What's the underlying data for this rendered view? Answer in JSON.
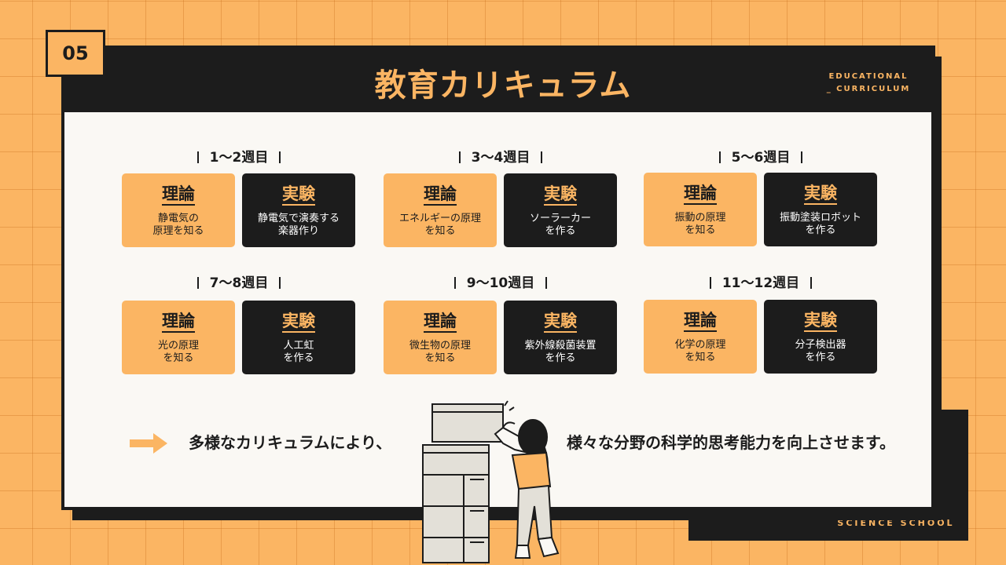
{
  "slide_number": "05",
  "title": "教育カリキュラム",
  "subtitle_line1": "EDUCATIONAL",
  "subtitle_line2": "_ CURRICULUM",
  "footer": "SCIENCE SCHOOL",
  "weeks": [
    {
      "label": "1〜2週目",
      "theory": {
        "title": "理論",
        "desc": "静電気の\n原理を知る"
      },
      "experiment": {
        "title": "実験",
        "desc": "静電気で演奏する\n楽器作り"
      }
    },
    {
      "label": "3〜4週目",
      "theory": {
        "title": "理論",
        "desc": "エネルギーの原理\nを知る"
      },
      "experiment": {
        "title": "実験",
        "desc": "ソーラーカー\nを作る"
      }
    },
    {
      "label": "5〜6週目",
      "theory": {
        "title": "理論",
        "desc": "振動の原理\nを知る"
      },
      "experiment": {
        "title": "実験",
        "desc": "振動塗装ロボット\nを作る"
      }
    },
    {
      "label": "7〜8週目",
      "theory": {
        "title": "理論",
        "desc": "光の原理\nを知る"
      },
      "experiment": {
        "title": "実験",
        "desc": "人工虹\nを作る"
      }
    },
    {
      "label": "9〜10週目",
      "theory": {
        "title": "理論",
        "desc": "微生物の原理\nを知る"
      },
      "experiment": {
        "title": "実験",
        "desc": "紫外線殺菌装置\nを作る"
      }
    },
    {
      "label": "11〜12週目",
      "theory": {
        "title": "理論",
        "desc": "化学の原理\nを知る"
      },
      "experiment": {
        "title": "実験",
        "desc": "分子検出器\nを作る"
      }
    }
  ],
  "message_left": "多様なカリキュラムにより、",
  "message_right": "様々な分野の科学的思考能力を向上させます。",
  "colors": {
    "accent": "#fbb563",
    "dark": "#1c1c1c",
    "panel_bg": "#faf8f4"
  },
  "icons": {
    "arrow": "arrow-right-icon",
    "illustration": "person-with-cabinet-illustration"
  }
}
